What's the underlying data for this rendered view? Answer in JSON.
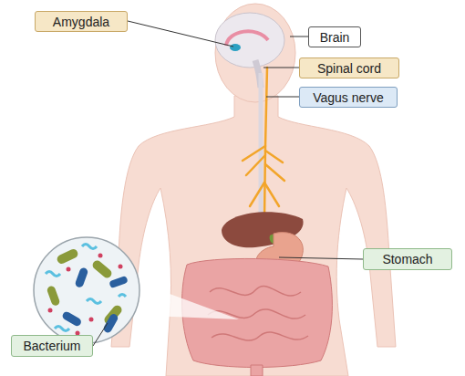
{
  "diagram": {
    "nodes": [
      {
        "text": [
          "Amygdala"
        ]
      },
      {
        "text": [
          "Brain"
        ]
      },
      {
        "text": [
          "Spinal cord"
        ]
      },
      {
        "text": [
          "Vagus nerve"
        ]
      },
      {
        "text": [
          "Stomach"
        ]
      },
      {
        "text": [
          "Bacterium"
        ]
      }
    ]
  }
}
